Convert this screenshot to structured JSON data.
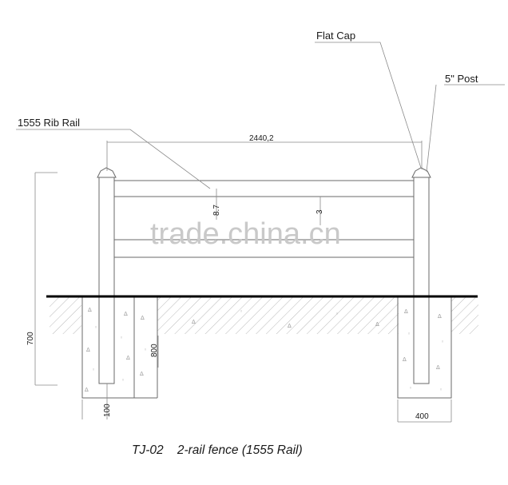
{
  "labels": {
    "flat_cap": "Flat Cap",
    "post": "5\" Post",
    "rib_rail": "1555 Rib Rail",
    "span_dim": "2440,2",
    "rail_dim_left": "8.7",
    "rail_dim_mid": "3",
    "height_dim": "700",
    "depth_dim": "800",
    "post_offset_dim": "100",
    "footing_dim": "400",
    "title": "TJ-02    2-rail fence (1555 Rail)"
  },
  "watermark": "trade.china.cn",
  "colors": {
    "line": "#6a6a6a",
    "ground": "#000000",
    "hatch": "#9a9a9a",
    "watermark": "#c9c9c9",
    "text": "#1a1a1a"
  }
}
